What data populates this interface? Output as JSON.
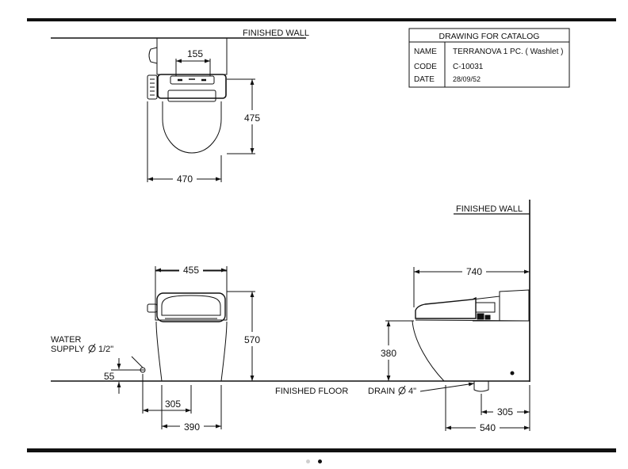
{
  "title_block": {
    "heading": "DRAWING FOR CATALOG",
    "rows": [
      {
        "label": "NAME",
        "value": "TERRANOVA 1 PC. ( Washlet )"
      },
      {
        "label": "CODE",
        "value": "C-10031"
      },
      {
        "label": "DATE",
        "value": "28/09/52"
      }
    ]
  },
  "labels": {
    "finished_wall_top": "FINISHED WALL",
    "finished_wall_side": "FINISHED WALL",
    "finished_floor": "FINISHED FLOOR",
    "drain": "DRAIN",
    "drain_size": "4\"",
    "water_line1": "WATER",
    "water_line2": "SUPPLY",
    "water_size": "1/2\""
  },
  "dimensions": {
    "top_view": {
      "width": "470",
      "depth": "475",
      "spacing": "155"
    },
    "front_view": {
      "width": "455",
      "height": "570",
      "supply_height": "55",
      "offset_305": "305",
      "offset_390": "390"
    },
    "side_view": {
      "length": "740",
      "seat_height": "380",
      "drain_offset": "305",
      "overall": "540"
    }
  },
  "pager": {
    "count": 2,
    "active": 1
  }
}
